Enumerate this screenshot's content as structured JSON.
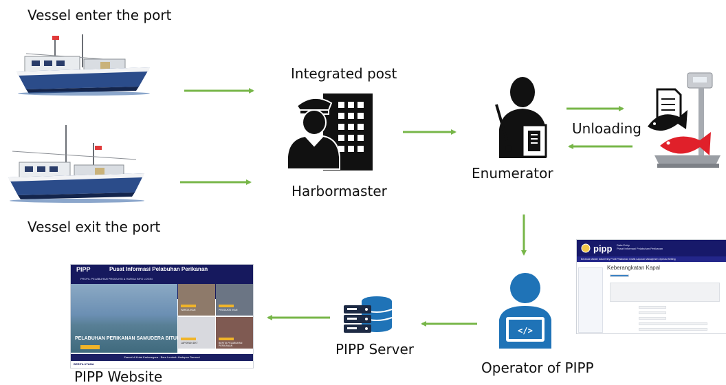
{
  "labels": {
    "vessel_enter": "Vessel enter the port",
    "vessel_exit": "Vessel exit the port",
    "integrated_post": "Integrated post",
    "harbormaster": "Harbormaster",
    "enumerator": "Enumerator",
    "unloading": "Unloading",
    "operator": "Operator of PIPP",
    "server": "PIPP Server",
    "website": "PIPP Website"
  },
  "website_screenshot": {
    "logo": "PIPP",
    "title": "Pusat Informasi Pelabuhan Perikanan",
    "nav": "PROFIL PELABUHAN   PRODUKSI & HARGA   INFO   LOGIN",
    "hero_caption": "PELABUHAN PERIKANAN SAMUDERA BITUNG",
    "footer": "Zaenal di Kutai Kartanegara - Bare Lembah Hadapan Darwani",
    "news_heading": "BERITA UTAMA",
    "tiles": [
      {
        "caption": "HARGA IKAN"
      },
      {
        "caption": "PRODUKSI IKAN"
      },
      {
        "caption": "LAPORAN DKT"
      },
      {
        "caption": "BERITA PELABUHAN PERIKANAN"
      }
    ]
  },
  "app_screenshot": {
    "logo": "pipp",
    "subtitle_line1": "Data Entry",
    "subtitle_line2": "Pusat Informasi Pelabuhan Perikanan",
    "nav": "Beranda   Master   Data Entry   Profil Pelabuhan   Grafik   Laporan   Manajemen   Operasi   Setting",
    "heading": "Keberangkatan Kapal"
  },
  "colors": {
    "arrow": "#77b648",
    "icon_dark": "#111111",
    "icon_blue": "#1f73b7",
    "fish_red": "#e0202a"
  }
}
